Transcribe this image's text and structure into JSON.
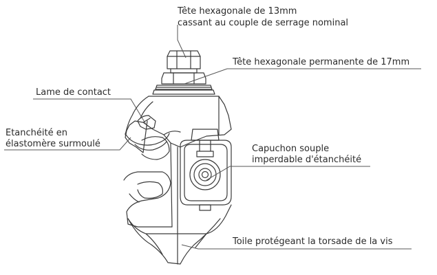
{
  "labels": {
    "head13_line1": "Tête hexagonale de 13mm",
    "head13_line2": "cassant au couple de serrage nominal",
    "head17": "Tête hexagonale permanente de 17mm",
    "contact": "Lame de contact",
    "seal_line1": "Etanchéité en",
    "seal_line2": "élastomère surmoulé",
    "cap_line1": "Capuchon souple",
    "cap_line2": "imperdable d'étanchéité",
    "cloth": "Toile protégeant la torsade de la vis"
  },
  "colors": {
    "stroke": "#3a3a3a",
    "leader": "#555555",
    "text": "#2b2b2b"
  }
}
